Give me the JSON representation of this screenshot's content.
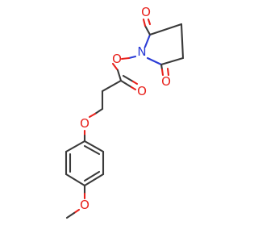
{
  "molecule": {
    "atoms": {
      "o_imide_top": {
        "symbol": "O",
        "color": "#e8211c"
      },
      "o_imide_bottom": {
        "symbol": "O",
        "color": "#e8211c"
      },
      "n_imide": {
        "symbol": "N",
        "color": "#2b3cd6"
      },
      "o_ester_link": {
        "symbol": "O",
        "color": "#e8211c"
      },
      "o_carbonyl": {
        "symbol": "O",
        "color": "#e8211c"
      },
      "o_ether": {
        "symbol": "O",
        "color": "#e8211c"
      },
      "o_methoxy": {
        "symbol": "O",
        "color": "#e8211c"
      }
    },
    "bond_color": "#3a3a3a"
  }
}
